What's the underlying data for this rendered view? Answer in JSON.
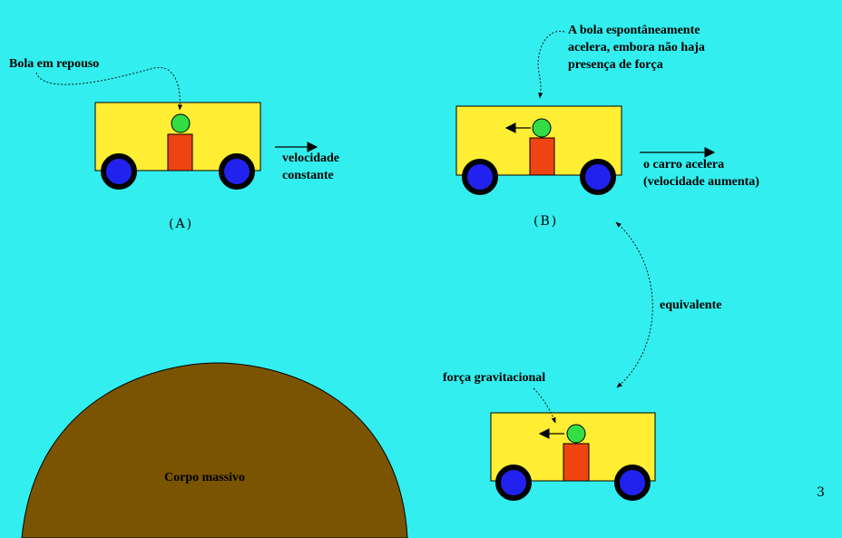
{
  "colors": {
    "background": "#33eeee",
    "cart_body": "#ffee33",
    "block": "#ee4411",
    "ball": "#33dd44",
    "wheel_hub": "#2222ee",
    "wheel_tire": "#000000",
    "massive_body": "#7a5400"
  },
  "labels": {
    "ball_at_rest": "Bola em repouso",
    "constant_velocity": [
      "velocidade",
      "constante"
    ],
    "ball_accelerates": [
      "A bola espontâneamente",
      "acelera, embora não haja",
      "presença de força"
    ],
    "car_accelerates": [
      "o carro acelera",
      "(velocidade aumenta)"
    ],
    "equivalent": "equivalente",
    "gravitational_force": "força gravitacional",
    "massive_body": "Corpo massivo",
    "tag_a": "(A)",
    "tag_b": "(B)",
    "page_number": "3"
  }
}
